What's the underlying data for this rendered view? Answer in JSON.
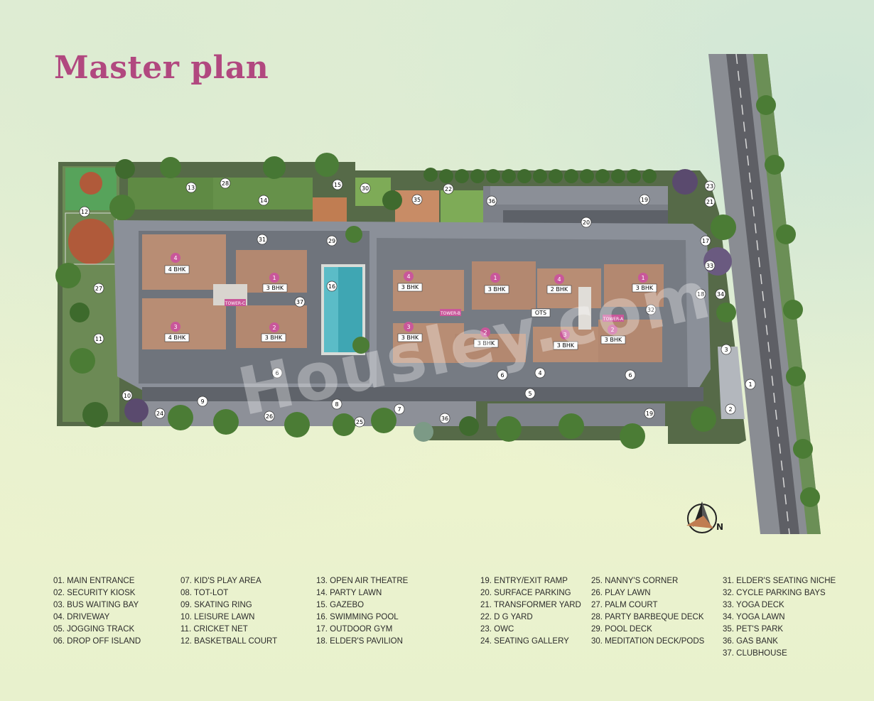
{
  "title": "Master plan",
  "watermark": "Housley.com",
  "compass_letter": "N",
  "colors": {
    "title": "#b1487f",
    "marker_fill": "#c9579a",
    "road": "#6f6f74",
    "drive": "#8b9099",
    "tower": "#b88d74",
    "lawn": "#5f8a44",
    "pool": "#3fa6b3",
    "deck": "#c07d52"
  },
  "tower_labels": [
    "TOWER-C",
    "TOWER-B",
    "TOWER-A"
  ],
  "unit_tags": {
    "tower_c": [
      "4 BHK",
      "3 BHK",
      "4 BHK",
      "3 BHK"
    ],
    "tower_b": [
      "3 BHK",
      "3 BHK",
      "3 BHK",
      "3 BHK"
    ],
    "tower_a": [
      "2 BHK",
      "OTS",
      "3 BHK",
      "3 BHK",
      "3 BHK"
    ]
  },
  "unit_markers": [
    "4",
    "1",
    "3",
    "2",
    "4",
    "1",
    "3",
    "2",
    "4",
    "1",
    "3",
    "2"
  ],
  "legend": {
    "col1": [
      "01. MAIN ENTRANCE",
      "02. SECURITY KIOSK",
      "03. BUS WAITING BAY",
      "04. DRIVEWAY",
      "05. JOGGING TRACK",
      "06. DROP OFF ISLAND"
    ],
    "col2": [
      "07. KID'S PLAY AREA",
      "08. TOT-LOT",
      "09. SKATING RING",
      "10. LEISURE LAWN",
      "11. CRICKET NET",
      "12. BASKETBALL COURT"
    ],
    "col3": [
      "13. OPEN AIR THEATRE",
      "14. PARTY LAWN",
      "15. GAZEBO",
      "16. SWIMMING POOL",
      "17. OUTDOOR GYM",
      "18. ELDER'S PAVILION"
    ],
    "col4": [
      "19. ENTRY/EXIT RAMP",
      "20. SURFACE PARKING",
      "21. TRANSFORMER YARD",
      "22. D G YARD",
      "23. OWC",
      "24. SEATING GALLERY"
    ],
    "col5": [
      "25. NANNY'S CORNER",
      "26. PLAY LAWN",
      "27. PALM COURT",
      "28. PARTY BARBEQUE DECK",
      "29. POOL DECK",
      "30. MEDITATION DECK/PODS"
    ],
    "col6": [
      "31. ELDER'S SEATING NICHE",
      "32. CYCLE PARKING BAYS",
      "33. YOGA DECK",
      "34. YOGA LAWN",
      "35. PET'S PARK",
      "36. GAS BANK",
      "37. CLUBHOUSE"
    ]
  },
  "callouts": [
    "1",
    "2",
    "3",
    "4",
    "5",
    "6",
    "6",
    "6",
    "7",
    "8",
    "9",
    "10",
    "11",
    "12",
    "13",
    "14",
    "15",
    "16",
    "17",
    "18",
    "19",
    "19",
    "20",
    "21",
    "22",
    "23",
    "24",
    "25",
    "26",
    "27",
    "28",
    "29",
    "30",
    "31",
    "32",
    "33",
    "34",
    "35",
    "36",
    "36",
    "37"
  ]
}
